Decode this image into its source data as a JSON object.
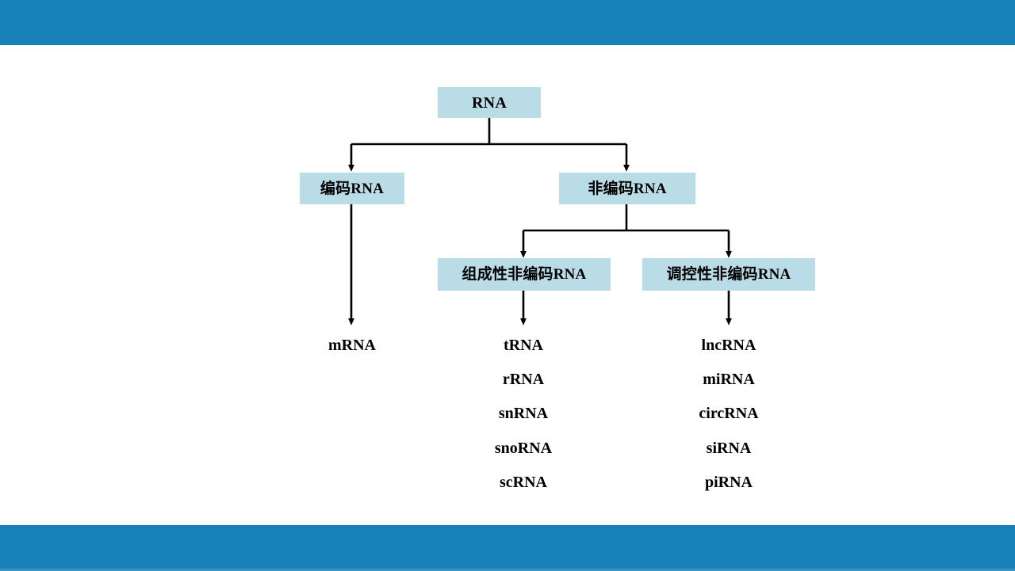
{
  "slide": {
    "background_color": "#ffffff",
    "band_color": "#1780b8",
    "band_accent_color": "#3d92c4",
    "node_fill_color": "#b9dce6",
    "line_color": "#000000"
  },
  "diagram": {
    "type": "tree",
    "root": {
      "label": "RNA"
    },
    "level2": [
      {
        "label": "编码RNA"
      },
      {
        "label": "非编码RNA"
      }
    ],
    "level3": [
      {
        "label": "组成性非编码RNA"
      },
      {
        "label": "调控性非编码RNA"
      }
    ],
    "leaves": {
      "coding": [
        "mRNA"
      ],
      "housekeeping_ncrna": [
        "tRNA",
        "rRNA",
        "snRNA",
        "snoRNA",
        "scRNA"
      ],
      "regulatory_ncrna": [
        "lncRNA",
        "miRNA",
        "circRNA",
        "siRNA",
        "piRNA"
      ]
    }
  }
}
